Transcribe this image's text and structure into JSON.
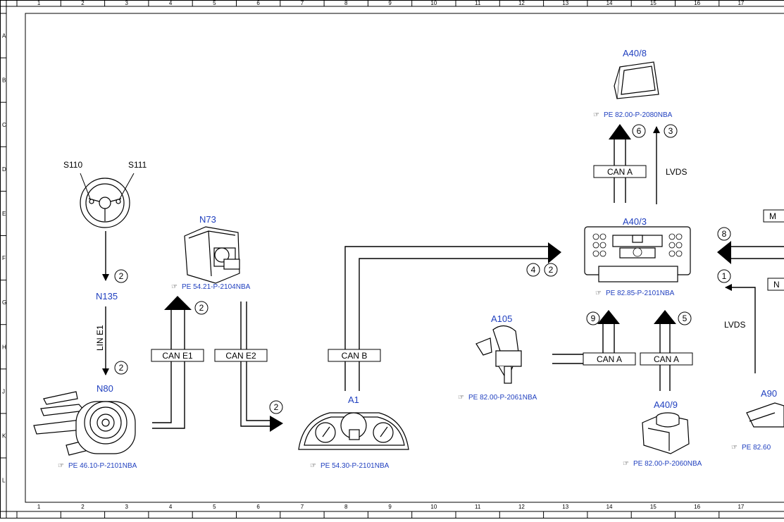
{
  "grid": {
    "columns": [
      "1",
      "2",
      "3",
      "4",
      "5",
      "6",
      "7",
      "8",
      "9",
      "10",
      "11",
      "12",
      "13",
      "14",
      "15",
      "16",
      "17"
    ],
    "rows": [
      "A",
      "B",
      "C",
      "D",
      "E",
      "F",
      "G",
      "H",
      "J",
      "K",
      "L"
    ]
  },
  "components": {
    "s110": "S110",
    "s111": "S111",
    "n135": "N135",
    "n80": "N80",
    "n73": "N73",
    "a1": "A1",
    "a105": "A105",
    "a40_8": "A40/8",
    "a40_3": "A40/3",
    "a40_9": "A40/9",
    "a90": "A90"
  },
  "refs": {
    "n73": "PE 54.21-P-2104NBA",
    "n80": "PE 46.10-P-2101NBA",
    "a1": "PE 54.30-P-2101NBA",
    "a105": "PE 82.00-P-2061NBA",
    "a40_8": "PE 82.00-P-2080NBA",
    "a40_3": "PE 82.85-P-2101NBA",
    "a40_9": "PE 82.00-P-2060NBA",
    "a90": "PE 82.60"
  },
  "bus_labels": {
    "lin_e1": "LIN E1",
    "can_e1": "CAN E1",
    "can_e2": "CAN E2",
    "can_b": "CAN B",
    "can_a_top": "CAN A",
    "can_a_left": "CAN A",
    "can_a_right": "CAN A",
    "lvds_top": "LVDS",
    "lvds_right": "LVDS",
    "m_box": "M",
    "n_box": "N"
  },
  "markers": {
    "m1": "2",
    "m2": "2",
    "m3": "2",
    "m4": "2",
    "m5": "4",
    "m6": "2",
    "m7": "6",
    "m8": "3",
    "m9": "8",
    "m10": "1",
    "m11": "9",
    "m12": "5"
  }
}
